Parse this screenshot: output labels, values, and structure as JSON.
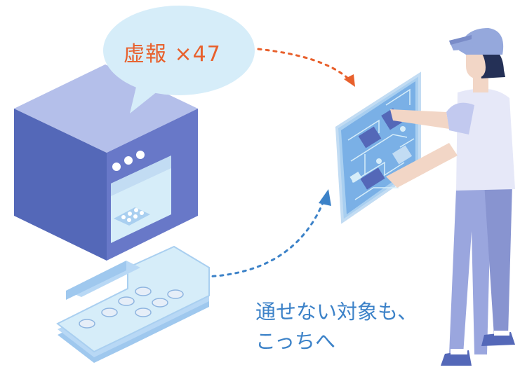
{
  "bubble": {
    "text": "虚報 ×47"
  },
  "caption": {
    "line1": "通せない対象も、",
    "line2": "こっちへ"
  },
  "colors": {
    "oven_front": "#6878c8",
    "oven_top": "#b4bfea",
    "bubble_fill": "#d6edf9",
    "bubble_text": "#e8602c",
    "arrow_orange": "#e8602c",
    "arrow_blue": "#3c82c8",
    "caption_text": "#3c82c8",
    "circuit_board": "#a9cff0",
    "person_shirt": "#e6e8f8",
    "person_pants": "#9aa6de",
    "cap": "#95a8dc"
  },
  "icons": {
    "oven": "oven-icon",
    "tablet_pack": "pill-blister-pack-icon",
    "board": "circuit-board-icon",
    "person": "worker-person-icon"
  }
}
